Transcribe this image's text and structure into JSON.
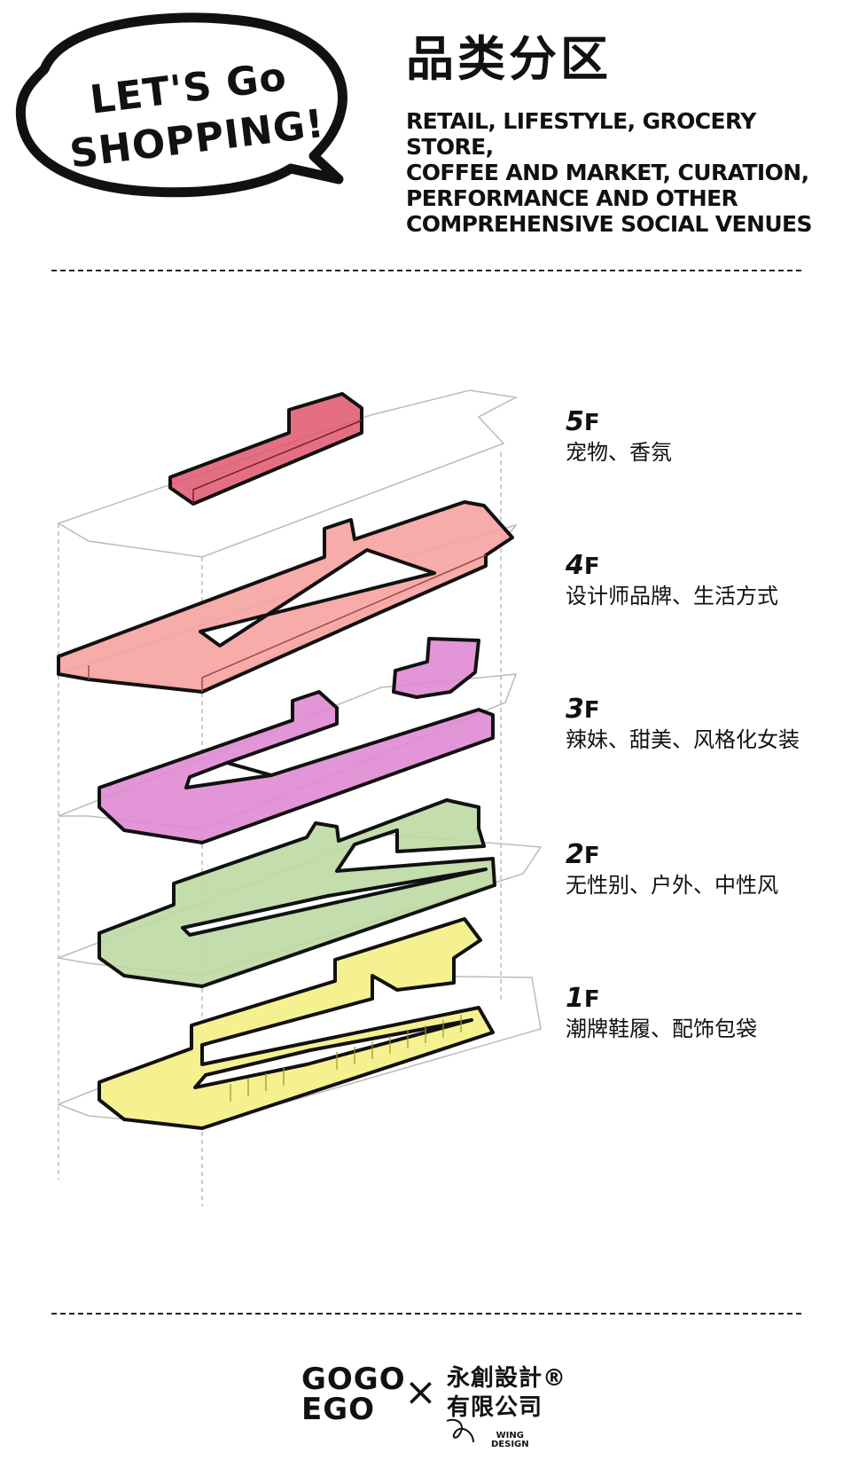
{
  "header": {
    "bubble_line1": "LET'S Go",
    "bubble_line2": "SHOPPING!",
    "title": "品类分区",
    "subtitle_lines": [
      "RETAIL, LIFESTYLE, GROCERY STORE,",
      "COFFEE AND MARKET, CURATION,",
      "PERFORMANCE AND OTHER",
      "COMPREHENSIVE SOCIAL VENUES"
    ]
  },
  "floors": [
    {
      "number": "5",
      "unit": "F",
      "desc": "宠物、香氛",
      "color": "#e0566c"
    },
    {
      "number": "4",
      "unit": "F",
      "desc": "设计师品牌、生活方式",
      "color": "#f6a3a0"
    },
    {
      "number": "3",
      "unit": "F",
      "desc": "辣妹、甜美、风格化女装",
      "color": "#e08bd3"
    },
    {
      "number": "2",
      "unit": "F",
      "desc": "无性别、户外、中性风",
      "color": "#bcd9a3"
    },
    {
      "number": "1",
      "unit": "F",
      "desc": "潮牌鞋履、配饰包袋",
      "color": "#f5f08a"
    }
  ],
  "footer": {
    "logo_line1": "GOGO",
    "logo_line2": "EGO",
    "cross": "×",
    "company_line1": "永創設計®",
    "company_line2": "有限公司",
    "wing_line1": "WING",
    "wing_line2": "DESIGN"
  }
}
